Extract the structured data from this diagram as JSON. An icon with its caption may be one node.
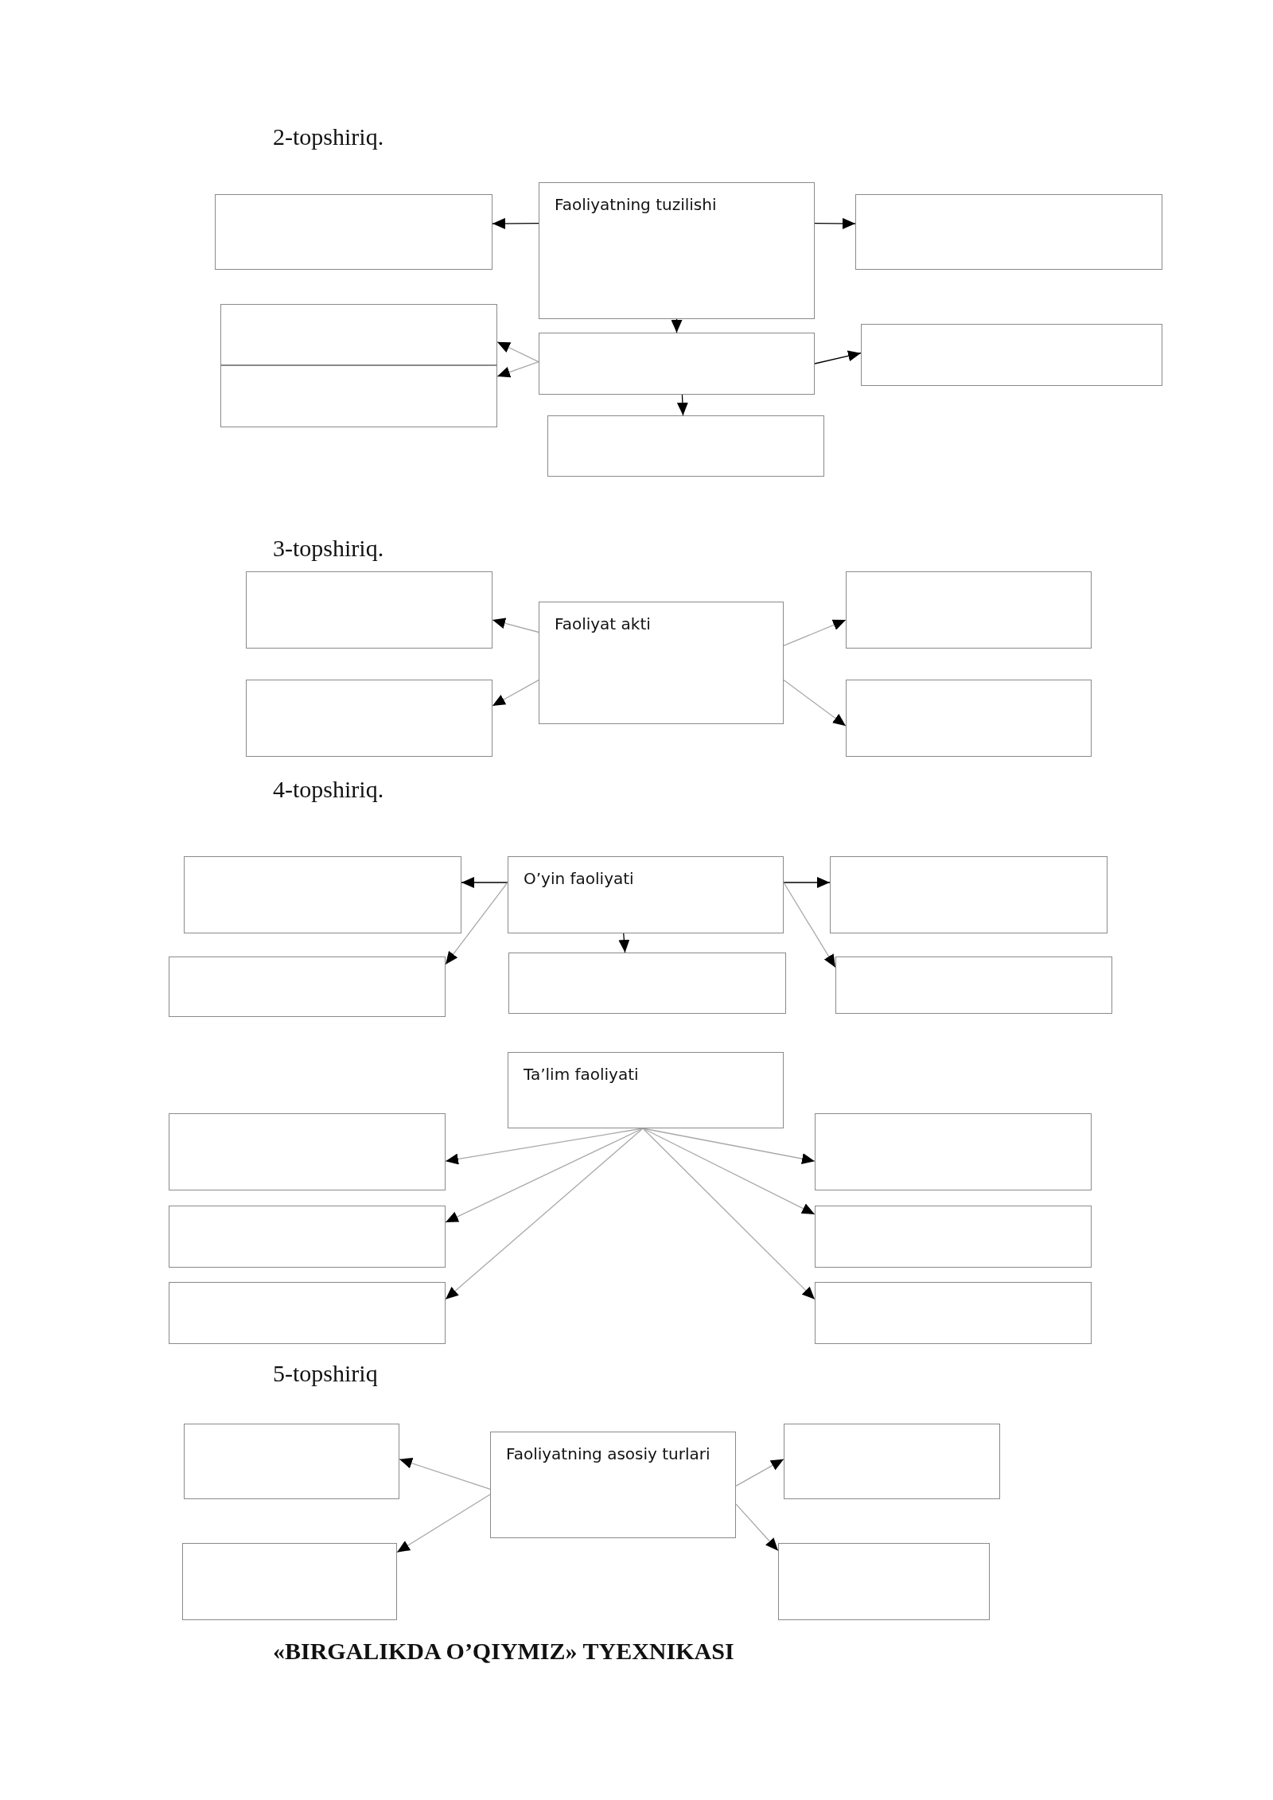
{
  "diagram": {
    "nodes": [
      {
        "text": [],
        "shape": "box"
      },
      {
        "text": [
          "Faoliyatning tuzilishi"
        ]
      },
      {
        "text": [],
        "shape": "box"
      },
      {
        "text": [],
        "shape": "box"
      },
      {
        "text": [],
        "shape": "box"
      },
      {
        "text": [],
        "shape": "box"
      },
      {
        "text": [],
        "shape": "box"
      },
      {
        "text": [],
        "shape": "box"
      },
      {
        "text": [],
        "shape": "box"
      },
      {
        "text": [
          "Faoliyat akti"
        ]
      },
      {
        "text": [],
        "shape": "box"
      },
      {
        "text": [],
        "shape": "box"
      },
      {
        "text": [],
        "shape": "box"
      },
      {
        "text": [],
        "shape": "box"
      },
      {
        "text": [
          "O’yin faoliyati"
        ]
      },
      {
        "text": [],
        "shape": "box"
      },
      {
        "text": [],
        "shape": "box"
      },
      {
        "text": [],
        "shape": "box"
      },
      {
        "text": [],
        "shape": "box"
      },
      {
        "text": [
          "Ta’lim faoliyati"
        ]
      },
      {
        "text": [],
        "shape": "box"
      },
      {
        "text": [],
        "shape": "box"
      },
      {
        "text": [],
        "shape": "box"
      },
      {
        "text": [],
        "shape": "box"
      },
      {
        "text": [],
        "shape": "box"
      },
      {
        "text": [],
        "shape": "box"
      },
      {
        "text": [],
        "shape": "box"
      },
      {
        "text": [
          "Faoliyatning asosiy turlari"
        ]
      },
      {
        "text": [],
        "shape": "box"
      },
      {
        "text": [],
        "shape": "box"
      },
      {
        "text": [],
        "shape": "box"
      }
    ],
    "edges": [
      {
        "from": 1,
        "to": 0,
        "arrow": "to",
        "color": "#000000"
      },
      {
        "from": 1,
        "to": 2,
        "arrow": "to",
        "color": "#000000"
      },
      {
        "from": 1,
        "to": 5,
        "arrow": "to",
        "color": "#000000"
      },
      {
        "from": 5,
        "to": 3,
        "arrow": "to"
      },
      {
        "from": 5,
        "to": 4,
        "arrow": "to"
      },
      {
        "from": 5,
        "to": 6,
        "arrow": "to",
        "color": "#000000"
      },
      {
        "from": 5,
        "to": 7,
        "arrow": "to",
        "color": "#000000"
      },
      {
        "from": 9,
        "to": 8,
        "arrow": "to"
      },
      {
        "from": 9,
        "to": 11,
        "arrow": "to"
      },
      {
        "from": 9,
        "to": 10,
        "arrow": "to"
      },
      {
        "from": 9,
        "to": 12,
        "arrow": "to"
      },
      {
        "from": 14,
        "to": 13,
        "arrow": "to",
        "color": "#000000"
      },
      {
        "from": 14,
        "to": 16,
        "arrow": "to"
      },
      {
        "from": 14,
        "to": 17,
        "arrow": "to",
        "color": "#000000"
      },
      {
        "from": 14,
        "to": 15,
        "arrow": "to",
        "color": "#000000"
      },
      {
        "from": 14,
        "to": 18,
        "arrow": "to"
      },
      {
        "from": 19,
        "to": 20,
        "arrow": "to"
      },
      {
        "from": 19,
        "to": 22,
        "arrow": "to"
      },
      {
        "from": 19,
        "to": 24,
        "arrow": "to"
      },
      {
        "from": 19,
        "to": 21,
        "arrow": "to"
      },
      {
        "from": 19,
        "to": 23,
        "arrow": "to"
      },
      {
        "from": 19,
        "to": 25,
        "arrow": "to"
      },
      {
        "from": 27,
        "to": 26,
        "arrow": "to"
      },
      {
        "from": 27,
        "to": 29,
        "arrow": "to"
      },
      {
        "from": 27,
        "to": 28,
        "arrow": "to"
      },
      {
        "from": 27,
        "to": 30,
        "arrow": "to"
      }
    ],
    "labels": [
      "2-topshiriq.",
      "3-topshiriq.",
      "4-topshiriq.",
      "5-topshiriq",
      "«BIRGALIKDA O’QIYMIZ» TYEXNIKASI"
    ]
  }
}
